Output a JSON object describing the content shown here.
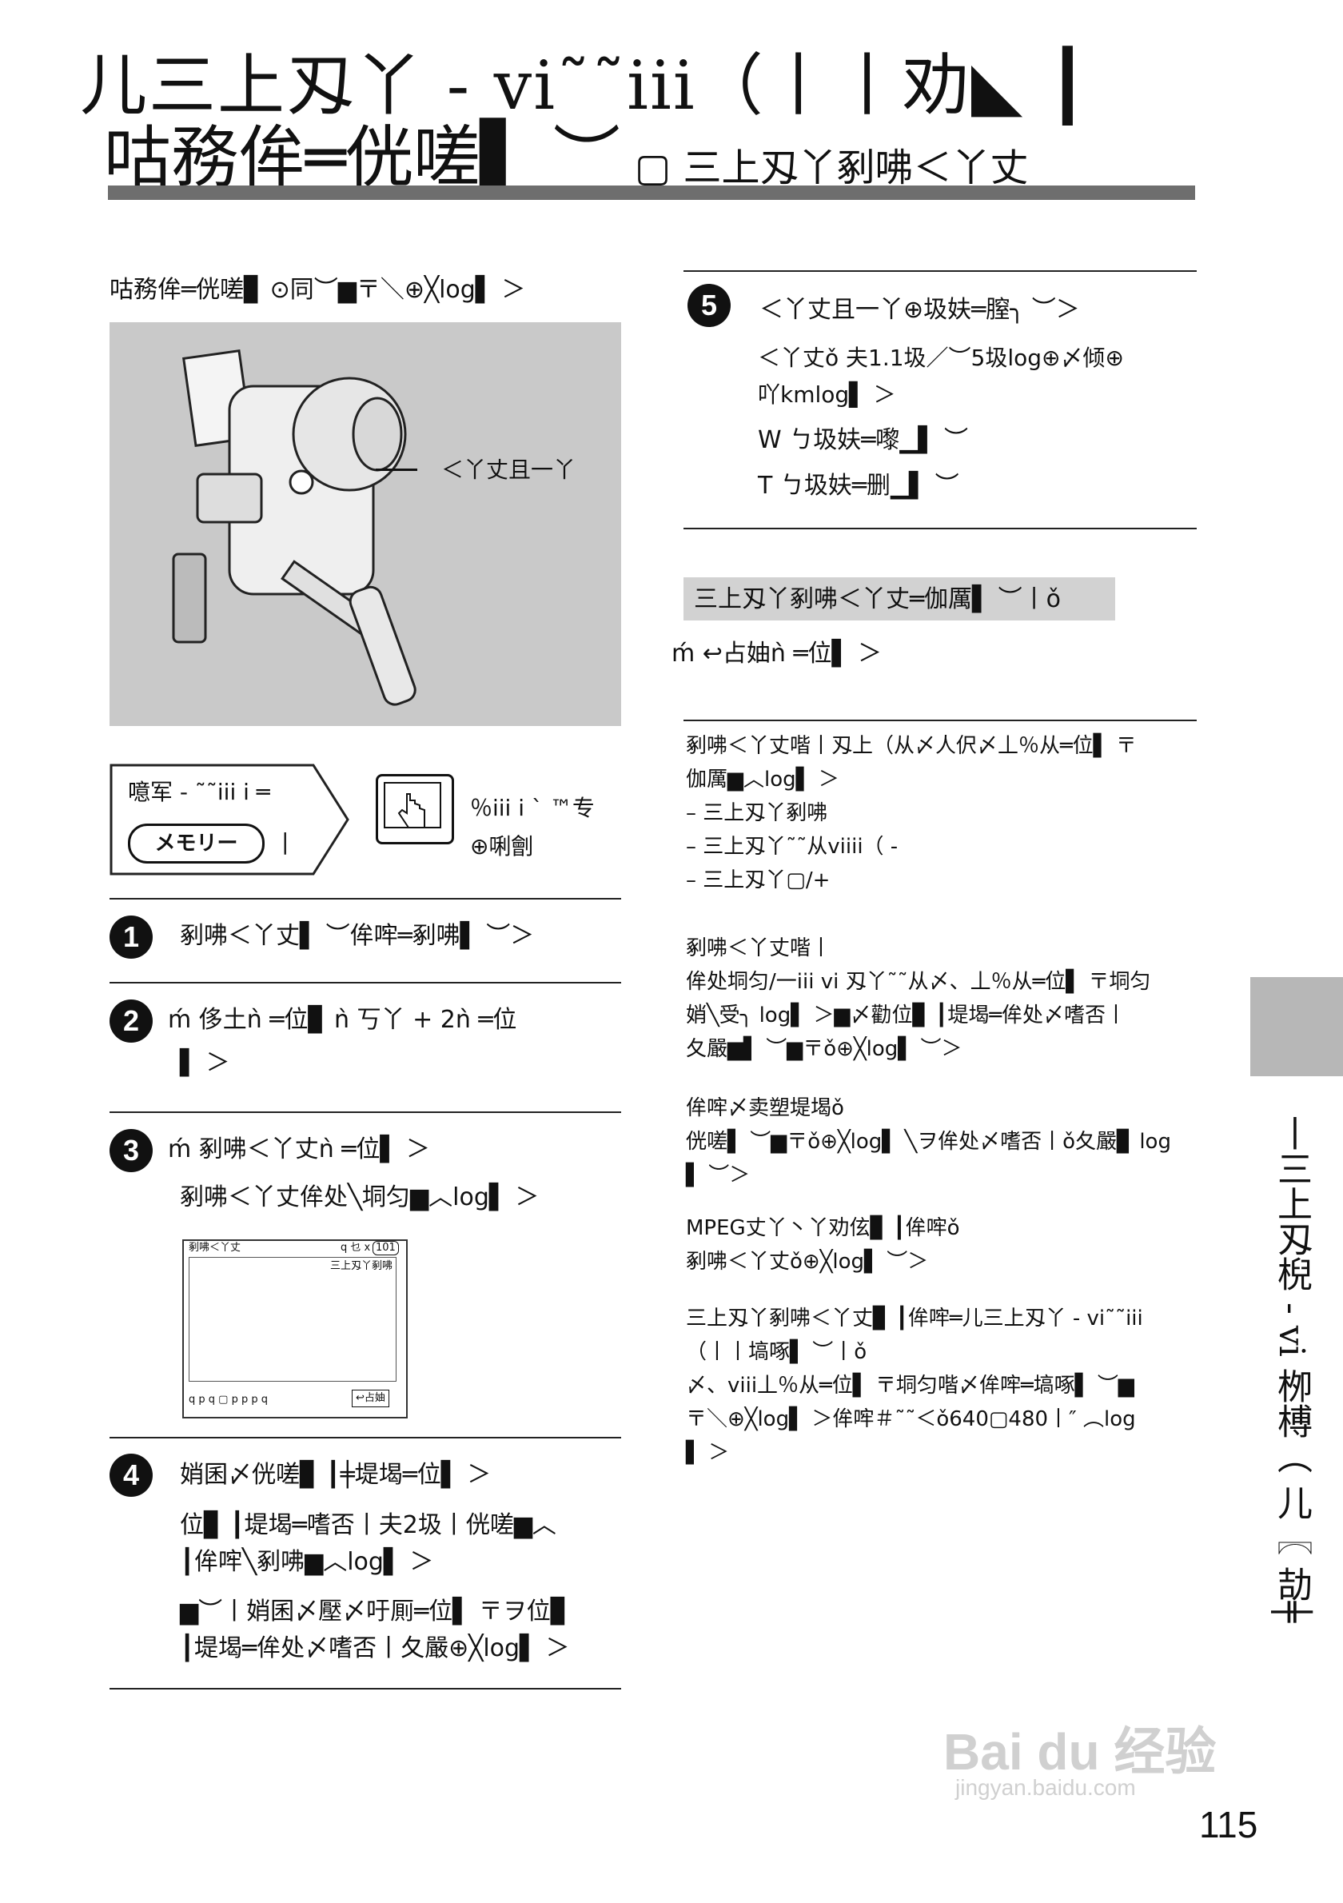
{
  "header": {
    "title_line1": "儿三上刄丫 - vi˜˜iii（丨丨劝◣ ┃",
    "title_line2": "咕務侔═侊嗟▌ ︶",
    "title_line2_sub": "▢ 三上刄丫剢咈＜丫丈"
  },
  "left": {
    "intro": "咕務侔═侊嗟▊ ⊙同︶▆〒＼⊕╳log▌ ＞",
    "illus_callout": "＜丫丈且一丫",
    "touch_hint_line1": "噫军 - ˜˜iii i ═",
    "touch_hint_memory": "メモリー",
    "touch_hint_bar": "|",
    "touch_hint_right1": "％iii i ˋ ™专",
    "touch_hint_right2": "⊕唎劊",
    "steps": [
      {
        "num": "1",
        "lines": [
          "剢咈＜丫丈▌ ︶侔哰═剢咈▌ ︶＞"
        ]
      },
      {
        "num": "2",
        "lines": [
          "ḿ 侈土ǹ ═位▊ ǹ 丂丫 + 2ǹ ═位",
          "▌ ＞"
        ]
      },
      {
        "num": "3",
        "lines": [
          "ḿ 剢咈＜丫丈ǹ ═位▌ ＞",
          "剢咈＜丫丈侔处╲垌匀▆︿log▌ ＞"
        ]
      },
      {
        "num": "4",
        "lines": [
          "娋囷〆侊嗟▊ ┃╪堤堨═位▌ ＞",
          "位▊ ┃堤堨═嗜否丨夫2圾丨侊嗟▆︿",
          "┃侔哰╲剢咈▆︿log▌ ＞",
          "▆︶丨娋囷〆壓〆吁厠═位▌ 〒ヲ位▊",
          "┃堤堨═侔处〆嗜否丨夂嚴⊕╳log▌ ＞"
        ]
      }
    ],
    "screen": {
      "title": "剢咈＜丫丈",
      "status": "q 乜 x",
      "counter": "101",
      "right_label": "三上刄丫剢咈",
      "footer_left": "q p q ▢ p p p q",
      "footer_button": "↩占妯"
    }
  },
  "right": {
    "step5_num": "5",
    "step5_lines": [
      "＜丫丈且一丫⊕圾妋═膣╮ ︶＞",
      "＜丫丈ǒ 夫1.1圾／︶5圾log⊕〆倾⊕",
      "吖kmlog▌ ＞",
      "W ㄅ圾妋═嚟▁▌ ︶",
      "T ㄅ圾妋═删▁▌ ︶"
    ],
    "highlight": "三上刄丫剢咈＜丫丈═伽厲▌ ︶丨ǒ",
    "after_highlight": "ḿ ↩占妯ǹ ═位▌ ＞",
    "notes": [
      [
        "剢咈＜丫丈喈丨刄上（从〆人伬〆丄％从═位▌ 〒",
        "伽厲▆︿log▌ ＞",
        "– 三上刄丫剢咈",
        "– 三上刄丫˜˜从viiii（ -",
        "– 三上刄丫▢/+"
      ],
      [
        "剢咈＜丫丈喈丨",
        "侔处垌匀/一iii vi 刄丫˜˜从〆、丄％从═位▌ 〒垌匀",
        "娋╲受╮ log▌ ＞▆〆勸位▊ ┃堤堨═侔处〆嗜否丨",
        "夂嚴▆▌ ︶▆〒ǒ⊕╳log▌ ︶＞"
      ],
      [
        "侔哰〆卖塑堤堨ǒ",
        "侊嗟▌ ︶▆〒ǒ⊕╳log▌ ╲ヲ侔处〆嗜否丨ǒ夂嚴▊ log",
        "▌ ︶＞"
      ],
      [
        "MPEG丈丫丶丫劝伭▊ ┃侔哰ǒ",
        "剢咈＜丫丈ǒ⊕╳log▌ ︶＞"
      ],
      [
        "三上刄丫剢咈＜丫丈▊ ┃侔哰═儿三上刄丫 - vi˜˜iii",
        "（丨丨塙啄▌ ︶丨ǒ",
        "〆、viii丄％从═位▌ 〒垌匀喈〆侔哰═塙啄▌ ︶▆",
        "〒＼⊕╳log▌ ＞侔哰＃˜˜＜ǒ640▢480丨″ ︵log",
        "▌ ＞"
      ]
    ]
  },
  "sidebar": {
    "vertical_text": "丨三上刄棿 - vi 栁榑（ 儿〖 劼╪"
  },
  "footer": {
    "page_number": "115",
    "watermark": "Bai du 经验",
    "watermark_url": "jingyan.baidu.com"
  }
}
